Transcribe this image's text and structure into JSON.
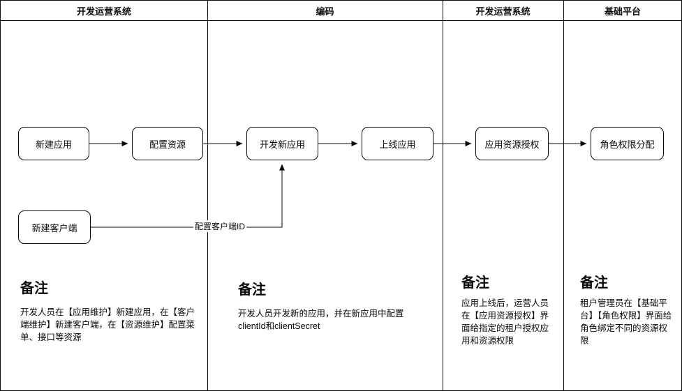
{
  "lanes": [
    {
      "title": "开发运营系统"
    },
    {
      "title": "编码"
    },
    {
      "title": "开发运营系统"
    },
    {
      "title": "基础平台"
    }
  ],
  "nodes": [
    {
      "label": "新建应用"
    },
    {
      "label": "配置资源"
    },
    {
      "label": "开发新应用"
    },
    {
      "label": "上线应用"
    },
    {
      "label": "应用资源授权"
    },
    {
      "label": "角色权限分配"
    },
    {
      "label": "新建客户端"
    }
  ],
  "edges": {
    "client_id_label": "配置客户端ID"
  },
  "notes": [
    {
      "heading": "备注",
      "body": "开发人员在【应用维护】新建应用，在【客户端维护】新建客户端，在【资源维护】配置菜单、接口等资源"
    },
    {
      "heading": "备注",
      "body": "开发人员开发新的应用，并在新应用中配置clientId和clientSecret"
    },
    {
      "heading": "备注",
      "body": "应用上线后，运营人员在【应用资源授权】界面给指定的租户授权应用和资源权限"
    },
    {
      "heading": "备注",
      "body": "租户管理员在【基础平台】【角色权限】界面给角色绑定不同的资源权限"
    }
  ]
}
